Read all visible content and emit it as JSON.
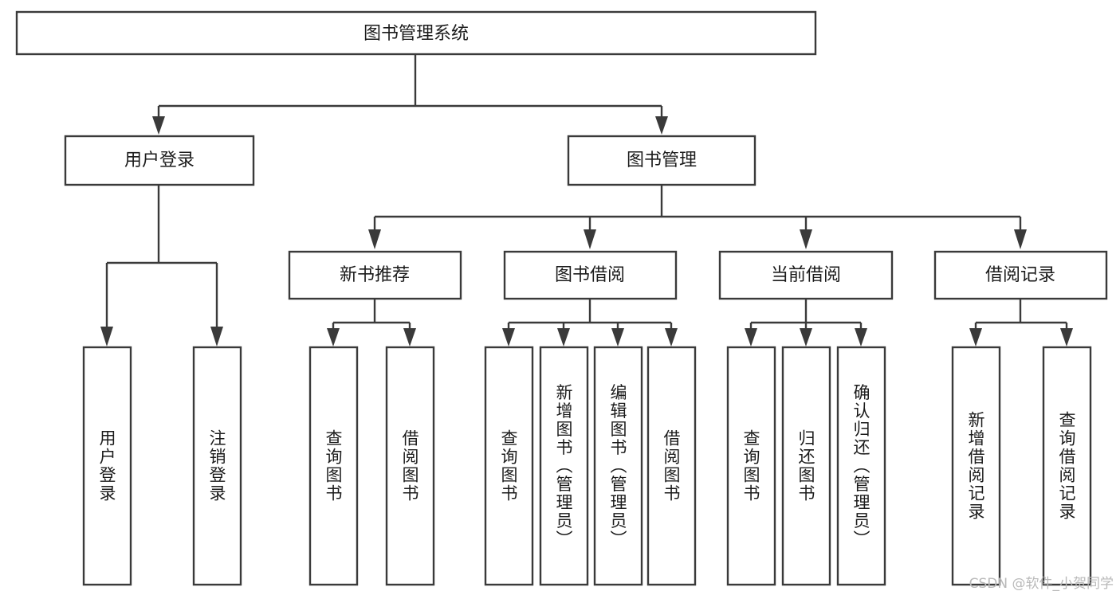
{
  "diagram": {
    "type": "tree-hierarchy",
    "title": "图书管理系统",
    "watermark": "CSDN @软件_小贺同学",
    "background_color": "#ffffff",
    "box_stroke_color": "#3a3a3a",
    "box_fill_color": "#ffffff",
    "text_color": "#1b1b1b",
    "nodes": {
      "root": {
        "label": "图书管理系统",
        "level": 1
      },
      "l2_0": {
        "label": "用户登录",
        "level": 2
      },
      "l2_1": {
        "label": "图书管理",
        "level": 2
      },
      "l3_0": {
        "label": "新书推荐",
        "level": 3
      },
      "l3_1": {
        "label": "图书借阅",
        "level": 3
      },
      "l3_2": {
        "label": "当前借阅",
        "level": 3
      },
      "l3_3": {
        "label": "借阅记录",
        "level": 3
      },
      "leaf_0": {
        "label": "用户登录",
        "level": 4,
        "parent": "用户登录"
      },
      "leaf_1": {
        "label": "注销登录",
        "level": 4,
        "parent": "用户登录"
      },
      "leaf_2": {
        "label": "查询图书",
        "level": 4,
        "parent": "新书推荐"
      },
      "leaf_3": {
        "label": "借阅图书",
        "level": 4,
        "parent": "新书推荐"
      },
      "leaf_4": {
        "label": "查询图书",
        "level": 4,
        "parent": "图书借阅"
      },
      "leaf_5": {
        "label": "新增图书（管理员）",
        "level": 4,
        "parent": "图书借阅"
      },
      "leaf_6": {
        "label": "编辑图书（管理员）",
        "level": 4,
        "parent": "图书借阅"
      },
      "leaf_7": {
        "label": "借阅图书",
        "level": 4,
        "parent": "图书借阅"
      },
      "leaf_8": {
        "label": "查询图书",
        "level": 4,
        "parent": "当前借阅"
      },
      "leaf_9": {
        "label": "归还图书",
        "level": 4,
        "parent": "当前借阅"
      },
      "leaf_10": {
        "label": "确认归还（管理员）",
        "level": 4,
        "parent": "当前借阅"
      },
      "leaf_11": {
        "label": "新增借阅记录",
        "level": 4,
        "parent": "借阅记录"
      },
      "leaf_12": {
        "label": "查询借阅记录",
        "level": 4,
        "parent": "借阅记录"
      }
    }
  }
}
